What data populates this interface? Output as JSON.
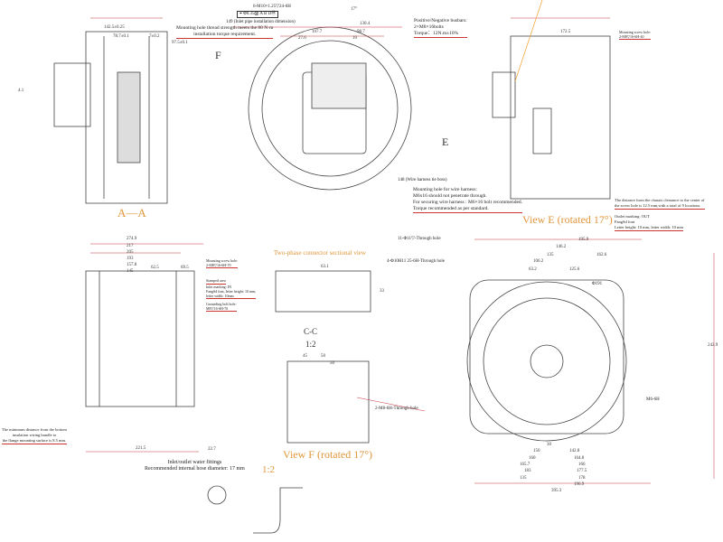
{
  "views": {
    "section_aa": "A—A",
    "view_f_letter": "F",
    "view_e_letter": "E",
    "view_e": "View E (rotated 17°)",
    "two_phase": "Two-phase connector sectional view",
    "section_cc": "C-C",
    "scale_cc": "1:2",
    "view_f": "View F (rotated 17°)",
    "scale_fitting": "1:2"
  },
  "notes": {
    "thread_strength": [
      "Mounting hole thread strength meets the 80 N·m",
      "installation torque requirement."
    ],
    "inlet_pipe": "149 (Inlet pipe installation dimension)",
    "busbars": [
      "Positive/Negative busbars:",
      "2×M8×16bolts",
      "Torque：12N.m±10%"
    ],
    "tie_boss": "148 (Wire harness tie boss)",
    "wire_harness": [
      "Mounting hole for wire harness:",
      "M6x16 should not penetrate through.",
      "For securing wire harness : M6×16 bolt recommended.",
      "Torque recommended as per standard."
    ],
    "clearance": [
      "The distance from the chassis clearance to the center of",
      "the screw hole is 12.5 mm,with a total of 9 locations."
    ],
    "outlet_marking": [
      "Outlet marking: OUT",
      "FangSd font",
      "Letter height: 10 mm, letter width: 10 mm"
    ],
    "min_distance": [
      "The minimum distance from the bottom",
      "insulation wiring bundle to",
      "the flange mounting surface is 8.5 mm."
    ],
    "water_fittings": [
      "Inlet/outlet water fittings",
      "Recommended internal hose diameter: 17 mm"
    ],
    "mounting_screw_left": [
      "Mounting screw hole:",
      "2-M8▽16-6H-70"
    ],
    "stamped": "Stamped area",
    "inlet_marking": [
      "Inlet marking: IN",
      "FangSd font, letter height: 10 mm,",
      "letter width: 10mm"
    ],
    "grounding": [
      "Grounding bolt hole:",
      "M8▽16-6H-70"
    ],
    "mounting_screw_right": [
      "Mounting screw hole:",
      "2-M8▽16-6H-40"
    ]
  },
  "callouts": {
    "thread_top": "6-M10×1.25▽24-6H",
    "tol_top": "⌖ Φ0.35Ⓜ A B DⓂ",
    "through_11": "11-Φ11▽-Through hole",
    "through_4": "4-Φ10H11 25-6H-Through hole",
    "through_2": "2-M8-6H-Through hole",
    "m6": "M6-6H",
    "dia": "Φ191"
  },
  "dimensions": [
    "142.5±0.25",
    "78.7±0.1",
    "7±0.2",
    "97.5±0.1",
    "107.7",
    "98.7",
    "27.6",
    "10",
    "130.4",
    "17°",
    "172.5",
    "274.9",
    "217",
    "205",
    "193",
    "157.8",
    "145",
    "62.5",
    "69.5",
    "221.5",
    "195.9",
    "146.2",
    "135",
    "162.6",
    "106.2",
    "125.6",
    "63.2",
    "30",
    "150",
    "160",
    "165.7",
    "183",
    "135",
    "142.8",
    "164.8",
    "166",
    "177.5",
    "178",
    "196.9",
    "395.3",
    "242.9",
    "63.1",
    "33",
    "45",
    "50",
    "50",
    "4.1",
    "22.7"
  ],
  "colors": {
    "dimension_line": "#c8323c",
    "view_label": "#e0963a",
    "drawing_line": "#333333",
    "leader": "#f0a030"
  }
}
